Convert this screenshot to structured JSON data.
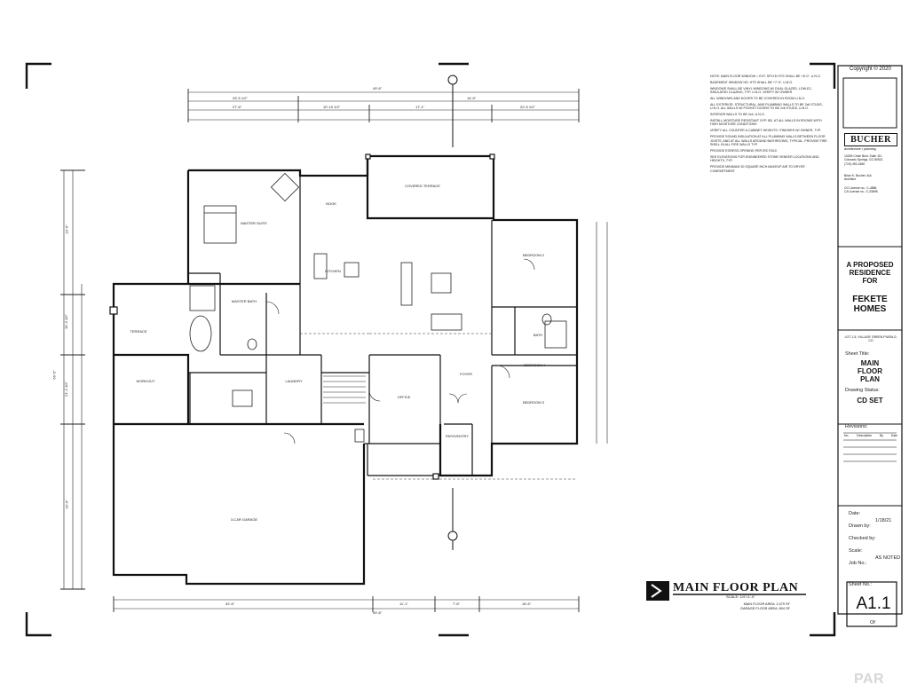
{
  "notes": [
    "NOTE: MAIN FLOOR WINDOW = EXT. SPLYD HTS SHALL BE +8'-0\", U.N.O.",
    "BASEMENT WINDOW HD. HTS SHALL BE +7'-0\", U.N.O.",
    "WINDOWS SHALL BE VINYL WINDOWS W/ DUAL GLAZED, LOW-E2, INSULATED GLAZING, TYP. U.N.O. VERIFY W/ OWNER",
    "ALL WINDOWS AND DOORS TO BE COVERED IN ROOM U.N.O.",
    "ALL EXTERIOR, STRUCTURAL, AND PLUMBING WALLS TO BE 2x6 STUDS, U.N.O. ALL WALLS W/ POCKET DOORS TO BE 2x6 STUDS, U.N.O.",
    "INTERIOR WALLS TO BE 2x4, U.N.O.",
    "INSTALL MOISTURE RESISTANT GYP. BD. AT ALL WALLS IN ROOMS WITH HIGH MOISTURE CONDITIONS",
    "VERIFY ALL COUNTER & CABINET HEIGHTS / FINISHES W/ OWNER, TYP.",
    "PROVIDE SOUND INSULATION AT ALL PLUMBING WALLS BETWEEN FLOOR JOISTS, AND AT ALL WALLS AROUND BATHROOMS, TYPICAL. PROVIDE FIRE SHELL IN ALL FIRE WALLS TYP.",
    "PROVIDE EGRESS OPENING PER IRC R310",
    "SEE ELEVATIONS FOR ENGINEERED STONE VENEER LOCATIONS AND HEIGHTS, TYP.",
    "PROVIDE MINIMUM 30 SQUARE INCH MAKEUP AIR TO DRYER COMPARTMENT"
  ],
  "title_block": {
    "copyright": "Copyright © 2020",
    "firm": "BUCHER",
    "firm_tag": "architecture ▪ planning",
    "address": [
      "10325 Circle Blvd, Suite 111",
      "Colorado Springs, CO 80921",
      "(719) 492-2480"
    ],
    "architect": [
      "Brian K. Bucher, AIA",
      "Architect"
    ],
    "licenses": [
      "CO License no.: C-4886",
      "CA License no.: C-33895"
    ],
    "project_line1": "A PROPOSED",
    "project_line2": "RESIDENCE",
    "project_line3": "FOR",
    "client_line1": "FEKETE",
    "client_line2": "HOMES",
    "lot": "LOT 1-5, VILLAGE GREEN PUEBLO, CO",
    "sheet_title_label": "Sheet Title:",
    "sheet_title_1": "MAIN",
    "sheet_title_2": "FLOOR",
    "sheet_title_3": "PLAN",
    "drawing_status_label": "Drawing Status:",
    "drawing_status": "CD SET",
    "revisions_label": "Revisions:",
    "revision_headers": [
      "No.",
      "Description",
      "By",
      "Date"
    ],
    "date_label": "Date:",
    "date_value": "1/18/21",
    "drawn_by_label": "Drawn by:",
    "checked_by_label": "Checked by:",
    "scale_label": "Scale:",
    "scale_value": "AS NOTED",
    "job_no_label": "Job No.:",
    "sheet_no_label": "Sheet No.:",
    "sheet_no": "A1.1",
    "of_label": "Of"
  },
  "plan": {
    "title": "MAIN FLOOR PLAN",
    "scale": "SCALE: 1/4\"=1'-0\"",
    "area_main": "MAIN FLOOR AREA: 2,479 SF",
    "area_garage": "GARAGE FLOOR AREA: 804 SF",
    "rooms": {
      "master_suite": "MASTER SUITE",
      "terrace": "TERRACE",
      "workout": "WORKOUT",
      "nook": "NOOK",
      "kitchen": "KITCHEN",
      "covered_terrace": "COVERED TERRACE",
      "bedroom2": "BEDROOM 2",
      "bedroom3": "BEDROOM 3",
      "bedroom4": "BEDROOM 4",
      "master_bath": "MASTER BATH",
      "bath": "BATH",
      "laundry": "LAUNDRY",
      "office": "OFFICE",
      "foyer": "FOYER",
      "garage": "3-CAR GARAGE",
      "patio": "PATIO/ENTRY"
    },
    "dims_top": [
      "49'-6\"",
      "33'-5 1/2\"",
      "27'-6\"",
      "10'-10 1/2\"",
      "17'-1\"",
      "22'-5 1/2\"",
      "14'-5\""
    ],
    "dims_bottom": [
      "49'-6\"",
      "32'-6\"",
      "11'-1\"",
      "7'-6\"",
      "16'-6\""
    ],
    "dims_left": [
      "66'-5\"",
      "16'-6\"",
      "19'-3 1/2\"",
      "21'-2 1/2\"",
      "29'-6\""
    ]
  },
  "watermark": "PAR"
}
